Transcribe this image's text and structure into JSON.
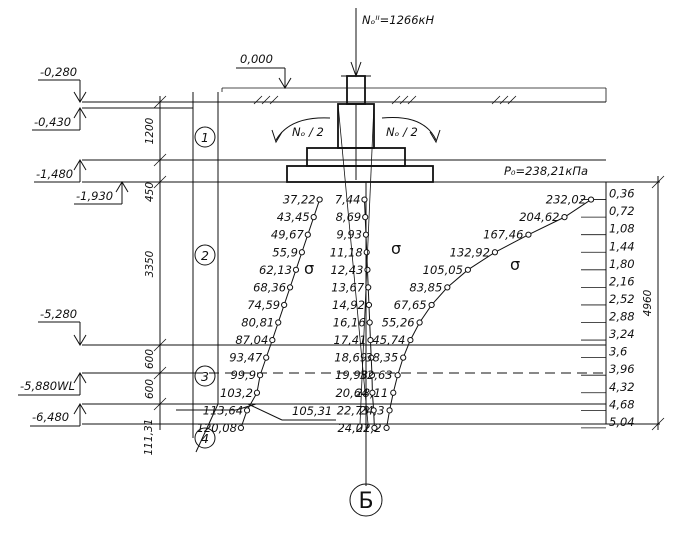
{
  "load_label": "Nₒᴵᴵ=1266кН",
  "half_load_left": "Nₒ / 2",
  "half_load_right": "Nₒ / 2",
  "pressure_label": "P₀=238,21кПа",
  "ground_level": "0,000",
  "section_mark": "Б",
  "elevations": [
    "-0,280",
    "-0,430",
    "-1,480",
    "-1,930",
    "-5,280",
    "-5,880WL",
    "-6,480"
  ],
  "layer_thicknesses": [
    "1200",
    "450",
    "3350",
    "600",
    "600"
  ],
  "layers": [
    "1",
    "2",
    "3",
    "4"
  ],
  "compressible_depth": "4960",
  "left_bottom_label": "111,31",
  "mid_bottom_label": "105,31",
  "sigma_zg_values": [
    "37,22",
    "43,45",
    "49,67",
    "55,9",
    "62,13",
    "68,36",
    "74,59",
    "80,81",
    "87,04",
    "93,47",
    "99,9",
    "103,2",
    "113,64",
    "120,08"
  ],
  "sigma_zy_values": [
    "7,44",
    "8,69",
    "9,93",
    "11,18",
    "12,43",
    "13,67",
    "14,92",
    "16,16",
    "17,41",
    "18,69",
    "19,98",
    "20,64",
    "22,73",
    "24,02"
  ],
  "sigma_zp_values": [
    "232,02",
    "204,62",
    "167,46",
    "132,92",
    "105,05",
    "83,85",
    "67,65",
    "55,26",
    "45,74",
    "38,35",
    "32,63",
    "28,11",
    "24,3",
    "21,2"
  ],
  "depth_marks": [
    "0,36",
    "0,72",
    "1,08",
    "1,44",
    "1,80",
    "2,16",
    "2,52",
    "2,88",
    "3,24",
    "3,6",
    "3,96",
    "4,32",
    "4,68",
    "5,04"
  ],
  "sigma_symbol": "σ"
}
